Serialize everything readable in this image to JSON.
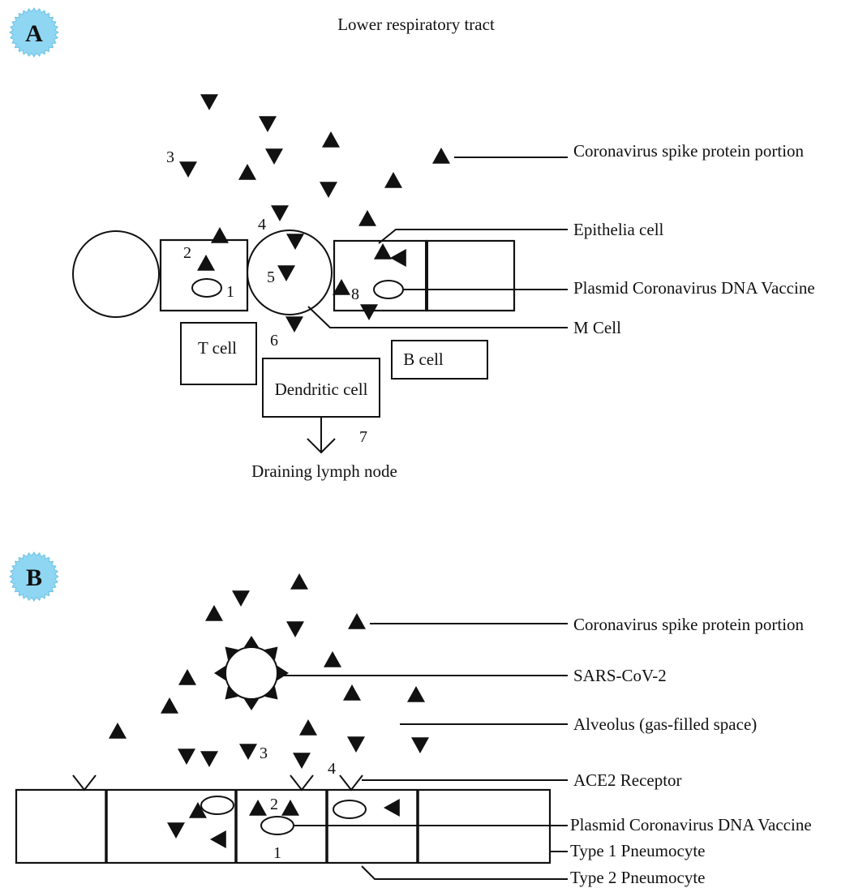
{
  "panel_a": {
    "badge": "A",
    "title": "Lower respiratory tract",
    "labels": {
      "spike": "Coronavirus spike protein portion",
      "epithelia": "Epithelia cell",
      "plasmid": "Plasmid Coronavirus DNA Vaccine",
      "m_cell": "M Cell",
      "t_cell": "T cell",
      "b_cell": "B cell",
      "dendritic": "Dendritic cell",
      "lymph": "Draining lymph node"
    },
    "numbers": [
      "1",
      "2",
      "3",
      "4",
      "5",
      "6",
      "7",
      "8"
    ]
  },
  "panel_b": {
    "badge": "B",
    "labels": {
      "spike": "Coronavirus spike protein portion",
      "sars": "SARS-CoV-2",
      "alveolus": "Alveolus (gas-filled space)",
      "ace2": "ACE2 Receptor",
      "plasmid": "Plasmid Coronavirus  DNA Vaccine",
      "type1": "Type 1 Pneumocyte",
      "type2": "Type 2 Pneumocyte"
    },
    "numbers": [
      "1",
      "2",
      "3",
      "4"
    ]
  },
  "colors": {
    "badge_fill": "#8fd6f2",
    "ink": "#111111"
  }
}
